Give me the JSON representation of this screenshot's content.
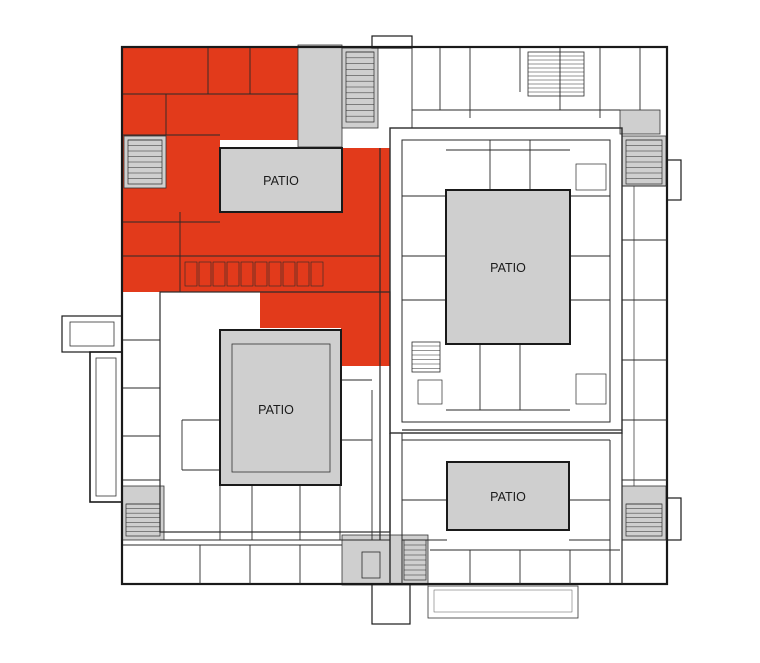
{
  "colors": {
    "highlight": "#e23a1b",
    "patio": "#cfcfcf",
    "core": "#cfcfcf",
    "wall": "#1a1a1a",
    "background": "#ffffff"
  },
  "patios": [
    {
      "label": "PATIO"
    },
    {
      "label": "PATIO"
    },
    {
      "label": "PATIO"
    },
    {
      "label": "PATIO"
    }
  ]
}
